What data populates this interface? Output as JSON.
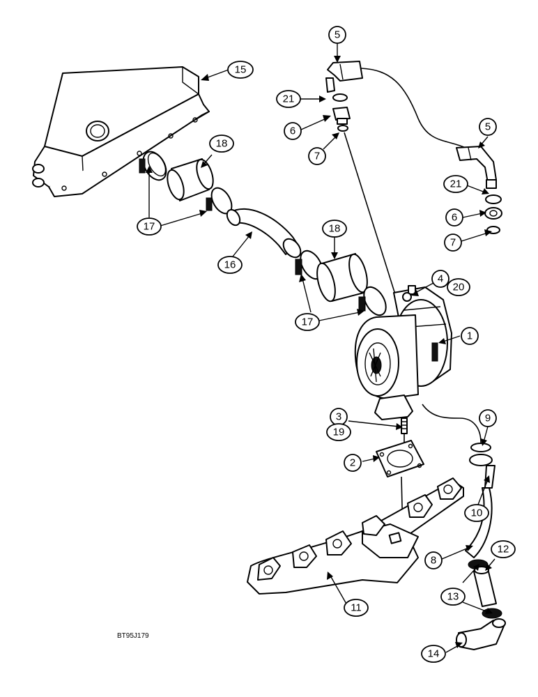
{
  "figure": {
    "reference_code": "BT95J179"
  },
  "callouts": {
    "c15": "15",
    "c5a": "5",
    "c21a": "21",
    "c6a": "6",
    "c7a": "7",
    "c18a": "18",
    "c17a": "17",
    "c16": "16",
    "c18b": "18",
    "c17b": "17",
    "c4": "4",
    "c20": "20",
    "c1": "1",
    "c5b": "5",
    "c21b": "21",
    "c6b": "6",
    "c7b": "7",
    "c3": "3",
    "c19": "19",
    "c2": "2",
    "c9": "9",
    "c10": "10",
    "c8": "8",
    "c12": "12",
    "c13": "13",
    "c11": "11",
    "c14": "14"
  }
}
